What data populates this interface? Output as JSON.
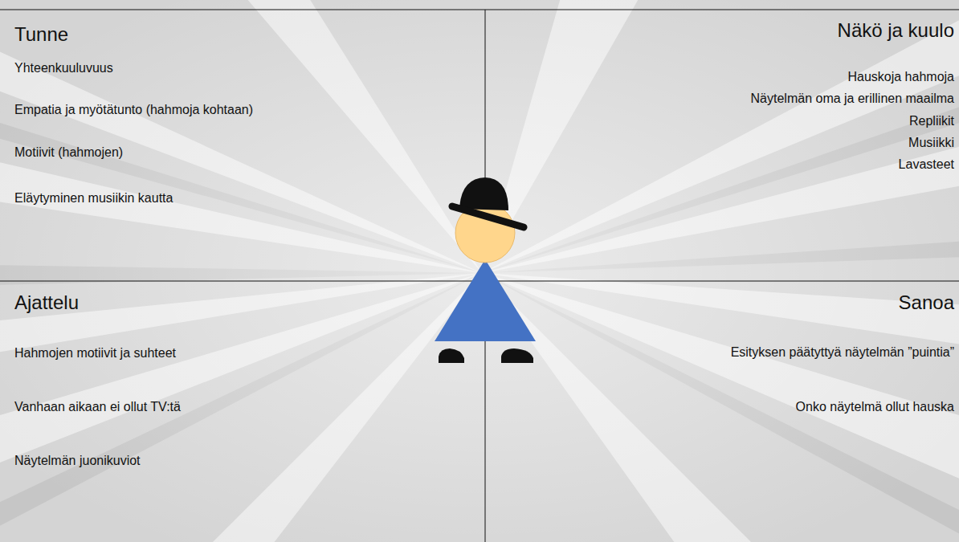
{
  "diagram": {
    "nodes": [
      {
        "text": [
          "Tunne",
          "Yhteenkuuluvuus",
          "Empatia ja myötätunto (hahmoja kohtaan)",
          "Motiivit (hahmojen)",
          "Eläytyminen musiikin kautta"
        ]
      },
      {
        "text": [
          "Näkö ja kuulo",
          "Hauskoja hahmoja",
          "Näytelmän oma ja erillinen maailma",
          "Repliikit",
          "Musiikki",
          "Lavasteet"
        ]
      },
      {
        "text": [
          "Ajattelu",
          "Hahmojen motiivit ja suhteet",
          "Vanhaan aikaan ei ollut TV:tä",
          "Näytelmän juonikuviot"
        ]
      },
      {
        "text": [
          "Sanoa",
          "Esityksen päätyttyä näytelmän ”puintia”",
          "Onko näytelmä ollut hauska"
        ]
      }
    ]
  }
}
